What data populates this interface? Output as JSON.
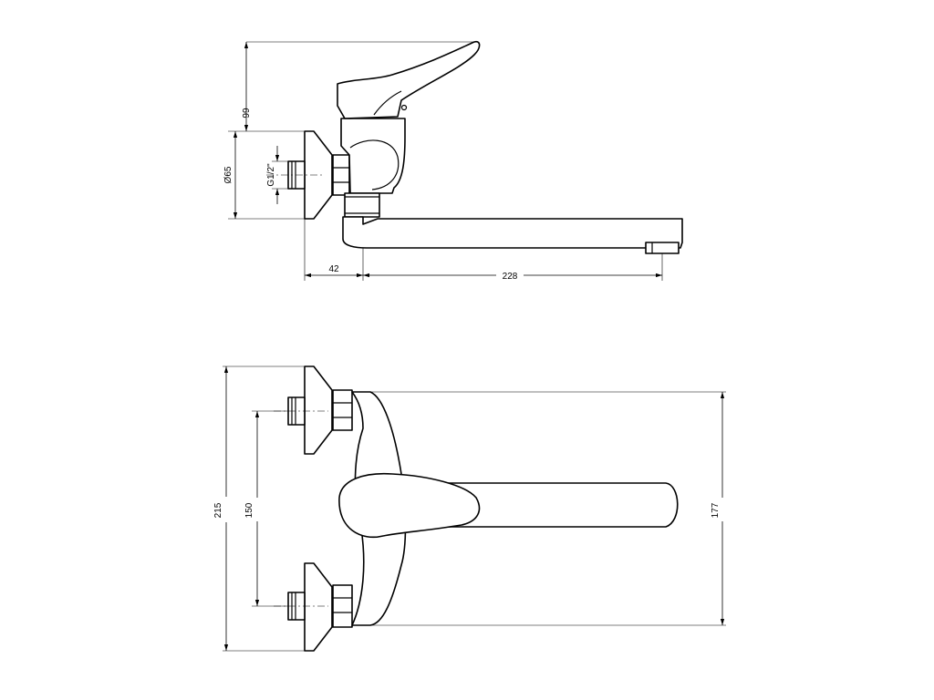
{
  "dimensions": {
    "side_view": {
      "lever_height": "99",
      "rosette_diameter": "Ø65",
      "thread": "G1/2\"",
      "wall_offset": "42",
      "spout_reach": "228"
    },
    "top_view": {
      "overall_width": "215",
      "connection_spacing": "150",
      "spout_width": "177"
    }
  }
}
